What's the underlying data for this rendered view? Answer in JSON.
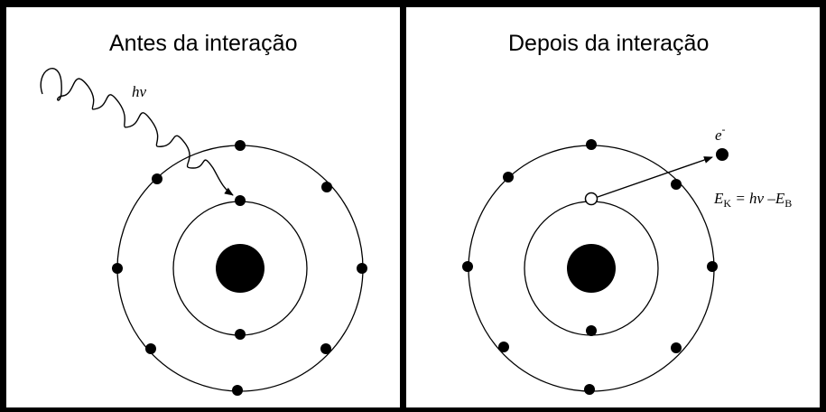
{
  "panels": {
    "left": {
      "title": "Antes da interação"
    },
    "right": {
      "title": "Depois da interação"
    }
  },
  "labels": {
    "photon": "hv",
    "electron": "e",
    "electron_charge": "-",
    "energy_prefix": "E",
    "energy_sub_k": "K",
    "energy_eq": " = hv –E",
    "energy_sub_b": "B"
  },
  "colors": {
    "ink": "#000000",
    "background": "#ffffff",
    "vacancy": "#ffffff"
  }
}
